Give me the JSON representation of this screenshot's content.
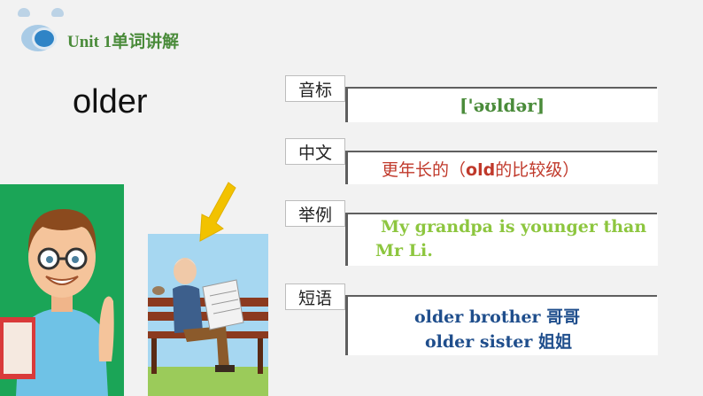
{
  "header": {
    "title": "Unit 1单词讲解"
  },
  "word": "older",
  "rows": {
    "phonetic": {
      "label": "音标",
      "text": "['əʊldər]"
    },
    "chinese": {
      "label": "中文",
      "text": "更年长的（old的比较级）",
      "text_plain1": "更年长的（",
      "text_bold": "old",
      "text_plain2": "的比较级）"
    },
    "example": {
      "label": "举例",
      "line1": "My grandpa is younger than",
      "line2": "Mr Li."
    },
    "phrases": {
      "label": "短语",
      "line1": "older brother 哥哥",
      "line2": "older sister 姐姐"
    }
  },
  "colors": {
    "header_green": "#4a8b3a",
    "phonetic_color": "#4a8b3a",
    "chinese_color": "#c0392b",
    "example_color": "#8dc63f",
    "phrase_color": "#1f4e8c",
    "teacher_bg": "#1ba557",
    "old_man_bg": "#a6d7f1",
    "arrow": "#f2c200"
  },
  "icons": [
    "decor-dots-icon",
    "circle-logo-icon",
    "teacher-illustration",
    "old-man-illustration",
    "arrow-down-icon"
  ]
}
